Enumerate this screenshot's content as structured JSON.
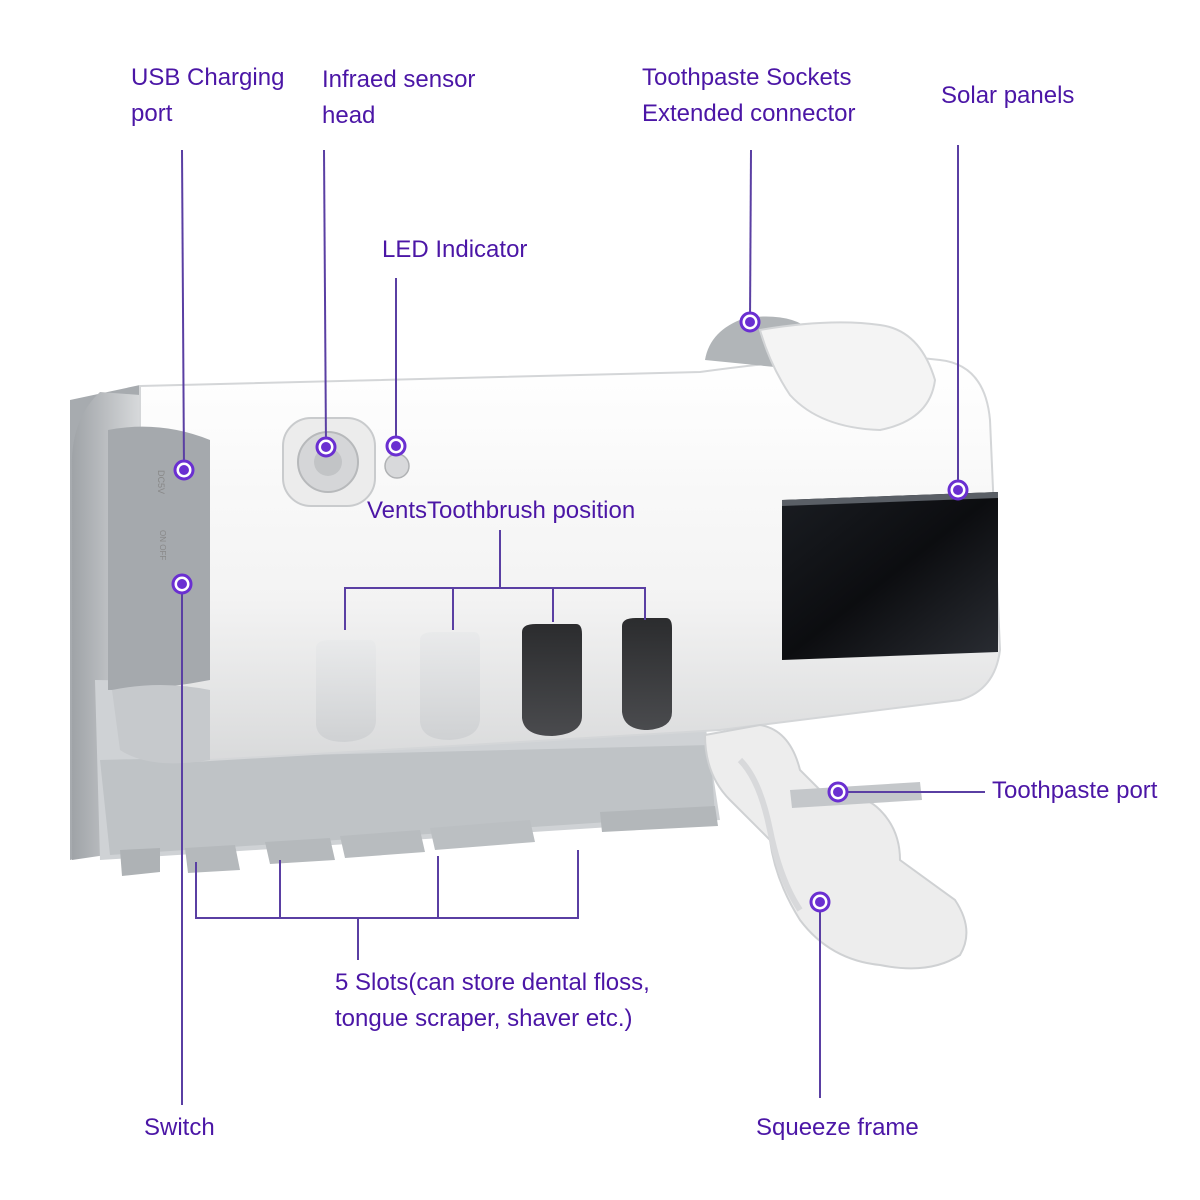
{
  "colors": {
    "label_text": "#4b16a6",
    "leader_line": "#5a3fa3",
    "dot_fill": "#6a2fd1",
    "device_body": "#f2f2f2",
    "device_shadow": "#b9bcbf",
    "solar_panel": "#101216"
  },
  "labels": {
    "usb_port": [
      "USB Charging",
      "port"
    ],
    "infrared_sensor": [
      "Infraed sensor",
      "head"
    ],
    "toothpaste_sockets": [
      "Toothpaste Sockets",
      "Extended connector"
    ],
    "solar_panels": "Solar panels",
    "led_indicator": "LED Indicator",
    "vents_toothbrush": "VentsToothbrush position",
    "toothpaste_port": "Toothpaste port",
    "five_slots": [
      "5 Slots(can store dental floss,",
      "tongue scraper, shaver etc.)"
    ],
    "switch": "Switch",
    "squeeze_frame": "Squeeze frame"
  },
  "device_text": {
    "port_marking": "DC5V",
    "switch_marking": "ON OFF"
  }
}
